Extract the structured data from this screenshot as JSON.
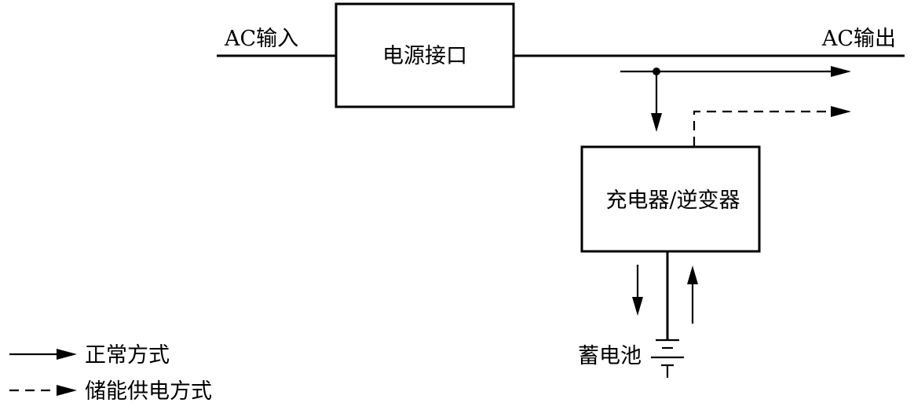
{
  "labels": {
    "ac_input": "AC输入",
    "ac_output": "AC输出",
    "power_interface": "电源接口",
    "charger_inverter": "充电器/逆变器",
    "battery": "蓄电池"
  },
  "legend": {
    "normal": "正常方式",
    "storage": "储能供电方式"
  }
}
